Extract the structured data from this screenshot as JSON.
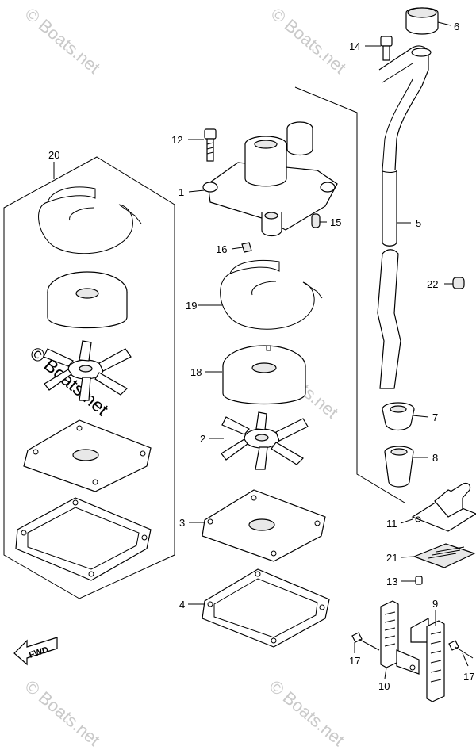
{
  "watermark": "© Boats.net",
  "fwd_label": "FWD",
  "callouts": {
    "p1": "1",
    "p2": "2",
    "p3": "3",
    "p4": "4",
    "p5": "5",
    "p6": "6",
    "p7": "7",
    "p8": "8",
    "p9": "9",
    "p10": "10",
    "p11": "11",
    "p12": "12",
    "p13": "13",
    "p14": "14",
    "p15": "15",
    "p16": "16",
    "p17a": "17",
    "p17b": "17",
    "p18": "18",
    "p19": "19",
    "p20": "20",
    "p21": "21",
    "p22": "22"
  }
}
